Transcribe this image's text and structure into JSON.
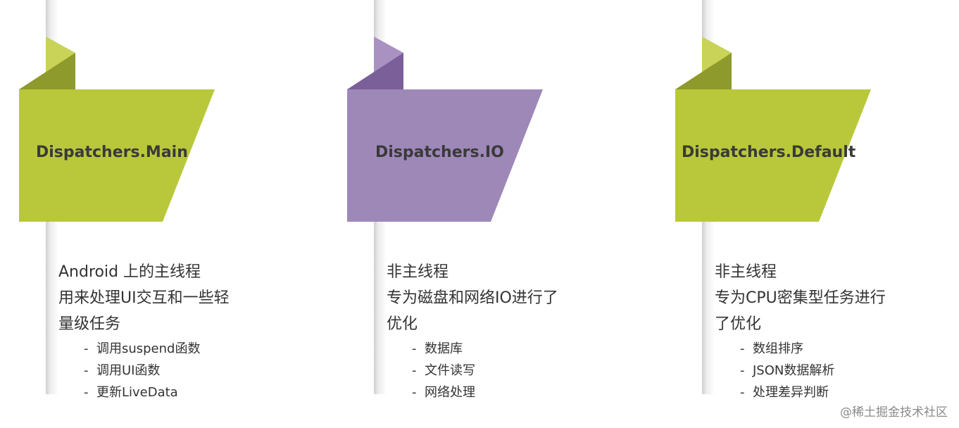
{
  "cards": [
    {
      "title": "Dispatchers.Main",
      "color": "#b9c83a",
      "fold_dark": "#8f9a2c",
      "fold_light": "#c8d357",
      "desc_lines": [
        "Android 上的主线程",
        "用来处理UI交互和一些轻",
        "量级任务"
      ],
      "bullets": [
        "调用suspend函数",
        "调用UI函数",
        "更新LiveData"
      ]
    },
    {
      "title": "Dispatchers.IO",
      "color": "#9e88b8",
      "fold_dark": "#7a5f99",
      "fold_light": "#a992c2",
      "desc_lines": [
        "非主线程",
        "专为磁盘和网络IO进行了",
        "优化"
      ],
      "bullets": [
        "数据库",
        "文件读写",
        "网络处理"
      ]
    },
    {
      "title": "Dispatchers.Default",
      "color": "#b9c83a",
      "fold_dark": "#8f9a2c",
      "fold_light": "#c8d357",
      "desc_lines": [
        "非主线程",
        "专为CPU密集型任务进行",
        "了优化"
      ],
      "bullets": [
        "数组排序",
        "JSON数据解析",
        "处理差异判断"
      ]
    }
  ],
  "watermark": "@稀土掘金技术社区"
}
